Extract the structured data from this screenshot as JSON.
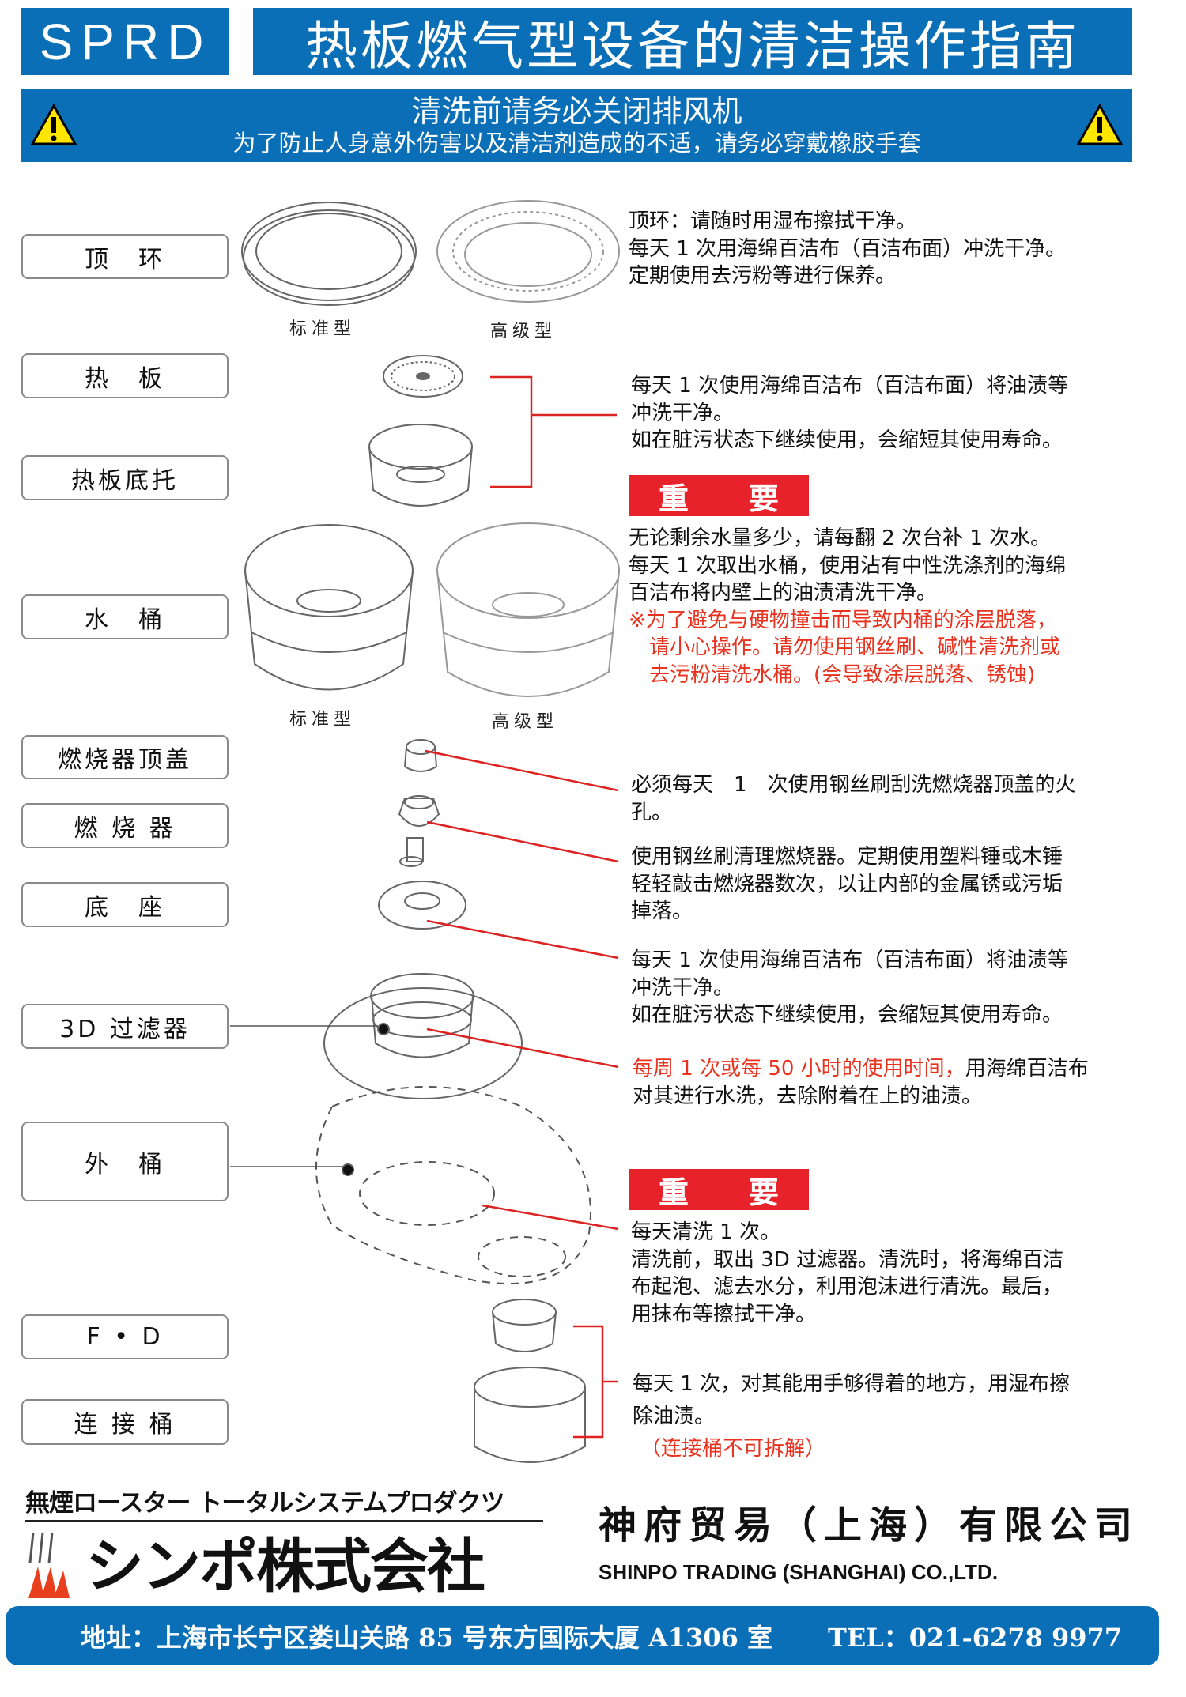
{
  "header": {
    "brand": "SPRD",
    "title": "热板燃气型设备的清洁操作指南"
  },
  "warning": {
    "line1": "清洗前请务必关闭排风机",
    "line2": "为了防止人身意外伤害以及清洁剂造成的不适，请务必穿戴橡胶手套",
    "icon": "warning-triangle-icon"
  },
  "labels": {
    "top_ring": "顶　环",
    "hot_plate": "热　板",
    "plate_tray": "热板底托",
    "water_bucket": "水　桶",
    "burner_cap": "燃烧器顶盖",
    "burner": "燃 烧 器",
    "base": "底　座",
    "filter": "3D 过滤器",
    "outer_bucket": "外　桶",
    "fd": "F • D",
    "connector": "连 接 桶"
  },
  "captions": {
    "standard": "标准型",
    "premium": "高级型"
  },
  "important": {
    "c1": "重",
    "c2": "要"
  },
  "texts": {
    "top_ring": [
      "顶环：请随时用湿布擦拭干净。",
      "每天 1 次用海绵百洁布（百洁布面）冲洗干净。",
      "定期使用去污粉等进行保养。"
    ],
    "hot_plate": [
      "每天 1 次使用海绵百洁布（百洁布面）将油渍等",
      "冲洗干净。",
      "如在脏污状态下继续使用，会缩短其使用寿命。"
    ],
    "water_bucket": [
      "无论剩余水量多少，请每翻 2 次台补 1 次水。",
      "每天 1 次取出水桶，使用沾有中性洗涤剂的海绵",
      "百洁布将内壁上的油渍清洗干净。"
    ],
    "water_bucket_warning": [
      "※为了避免与硬物撞击而导致内桶的涂层脱落，",
      "请小心操作。请勿使用钢丝刷、碱性清洗剂或",
      "去污粉清洗水桶。(会导致涂层脱落、锈蚀)"
    ],
    "burner_cap": [
      "必须每天　1　次使用钢丝刷刮洗燃烧器顶盖的火",
      "孔。"
    ],
    "burner": [
      "使用钢丝刷清理燃烧器。定期使用塑料锤或木锤",
      "轻轻敲击燃烧器数次，以让内部的金属锈或污垢",
      "掉落。"
    ],
    "base": [
      "每天 1 次使用海绵百洁布（百洁布面）将油渍等",
      "冲洗干净。",
      "如在脏污状态下继续使用，会缩短其使用寿命。"
    ],
    "filter_red": "每周 1 次或每 50 小时的使用时间，",
    "filter_rest": "用海绵百洁布",
    "filter_line2": "对其进行水洗，去除附着在上的油渍。",
    "outer_bucket": [
      "每天清洗 1 次。",
      "清洗前，取出 3D 过滤器。清洗时，将海绵百洁",
      "布起泡、滤去水分，利用泡沫进行清洗。最后，",
      "用抹布等擦拭干净。"
    ],
    "connector": [
      "每天 1 次，对其能用手够得着的地方，用湿布擦",
      "除油渍。"
    ],
    "connector_note": "（连接桶不可拆解）"
  },
  "footer": {
    "tagline": "無煙ロースター トータルシステムプロダクツ",
    "logo_text": "シンポ株式会社",
    "company_cn": "神府贸易（上海）有限公司",
    "company_en": "SHINPO TRADING (SHANGHAI) CO.,LTD.",
    "address": "地址：上海市长宁区娄山关路 85 号东方国际大厦 A1306 室",
    "tel": "TEL：021-6278 9977"
  },
  "colors": {
    "blue": "#0a6fb7",
    "red": "#e8222a",
    "red_text": "#e8321e"
  }
}
